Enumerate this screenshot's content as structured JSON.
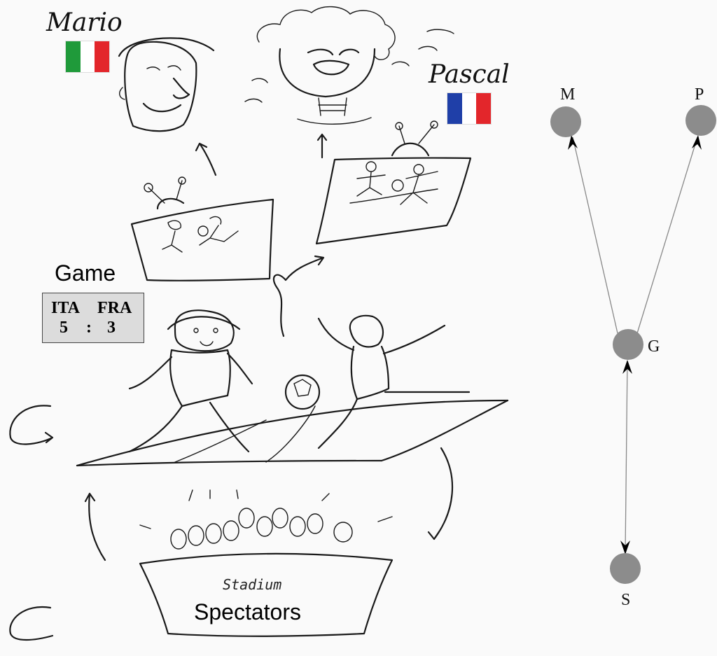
{
  "people": {
    "mario": {
      "name": "Mario",
      "flag": [
        "#1f9a3a",
        "#ffffff",
        "#e3262b"
      ]
    },
    "pascal": {
      "name": "Pascal",
      "flag": [
        "#1f3fa8",
        "#ffffff",
        "#e3262b"
      ]
    }
  },
  "game": {
    "label": "Game",
    "teams": [
      "ITA",
      "FRA"
    ],
    "score": [
      "5",
      ":",
      "3"
    ]
  },
  "spectators": {
    "label": "Spectators",
    "stadium_word": "Stadium"
  },
  "graph": {
    "node_color": "#8c8c8c",
    "edge_color": "#888888",
    "nodes": [
      {
        "id": "M",
        "label": "M"
      },
      {
        "id": "P",
        "label": "P"
      },
      {
        "id": "G",
        "label": "G"
      },
      {
        "id": "S",
        "label": "S"
      }
    ],
    "edges": [
      {
        "from": "G",
        "to": "M",
        "directed": true
      },
      {
        "from": "G",
        "to": "P",
        "directed": true
      },
      {
        "from": "G",
        "to": "S",
        "directed": "both"
      }
    ]
  }
}
